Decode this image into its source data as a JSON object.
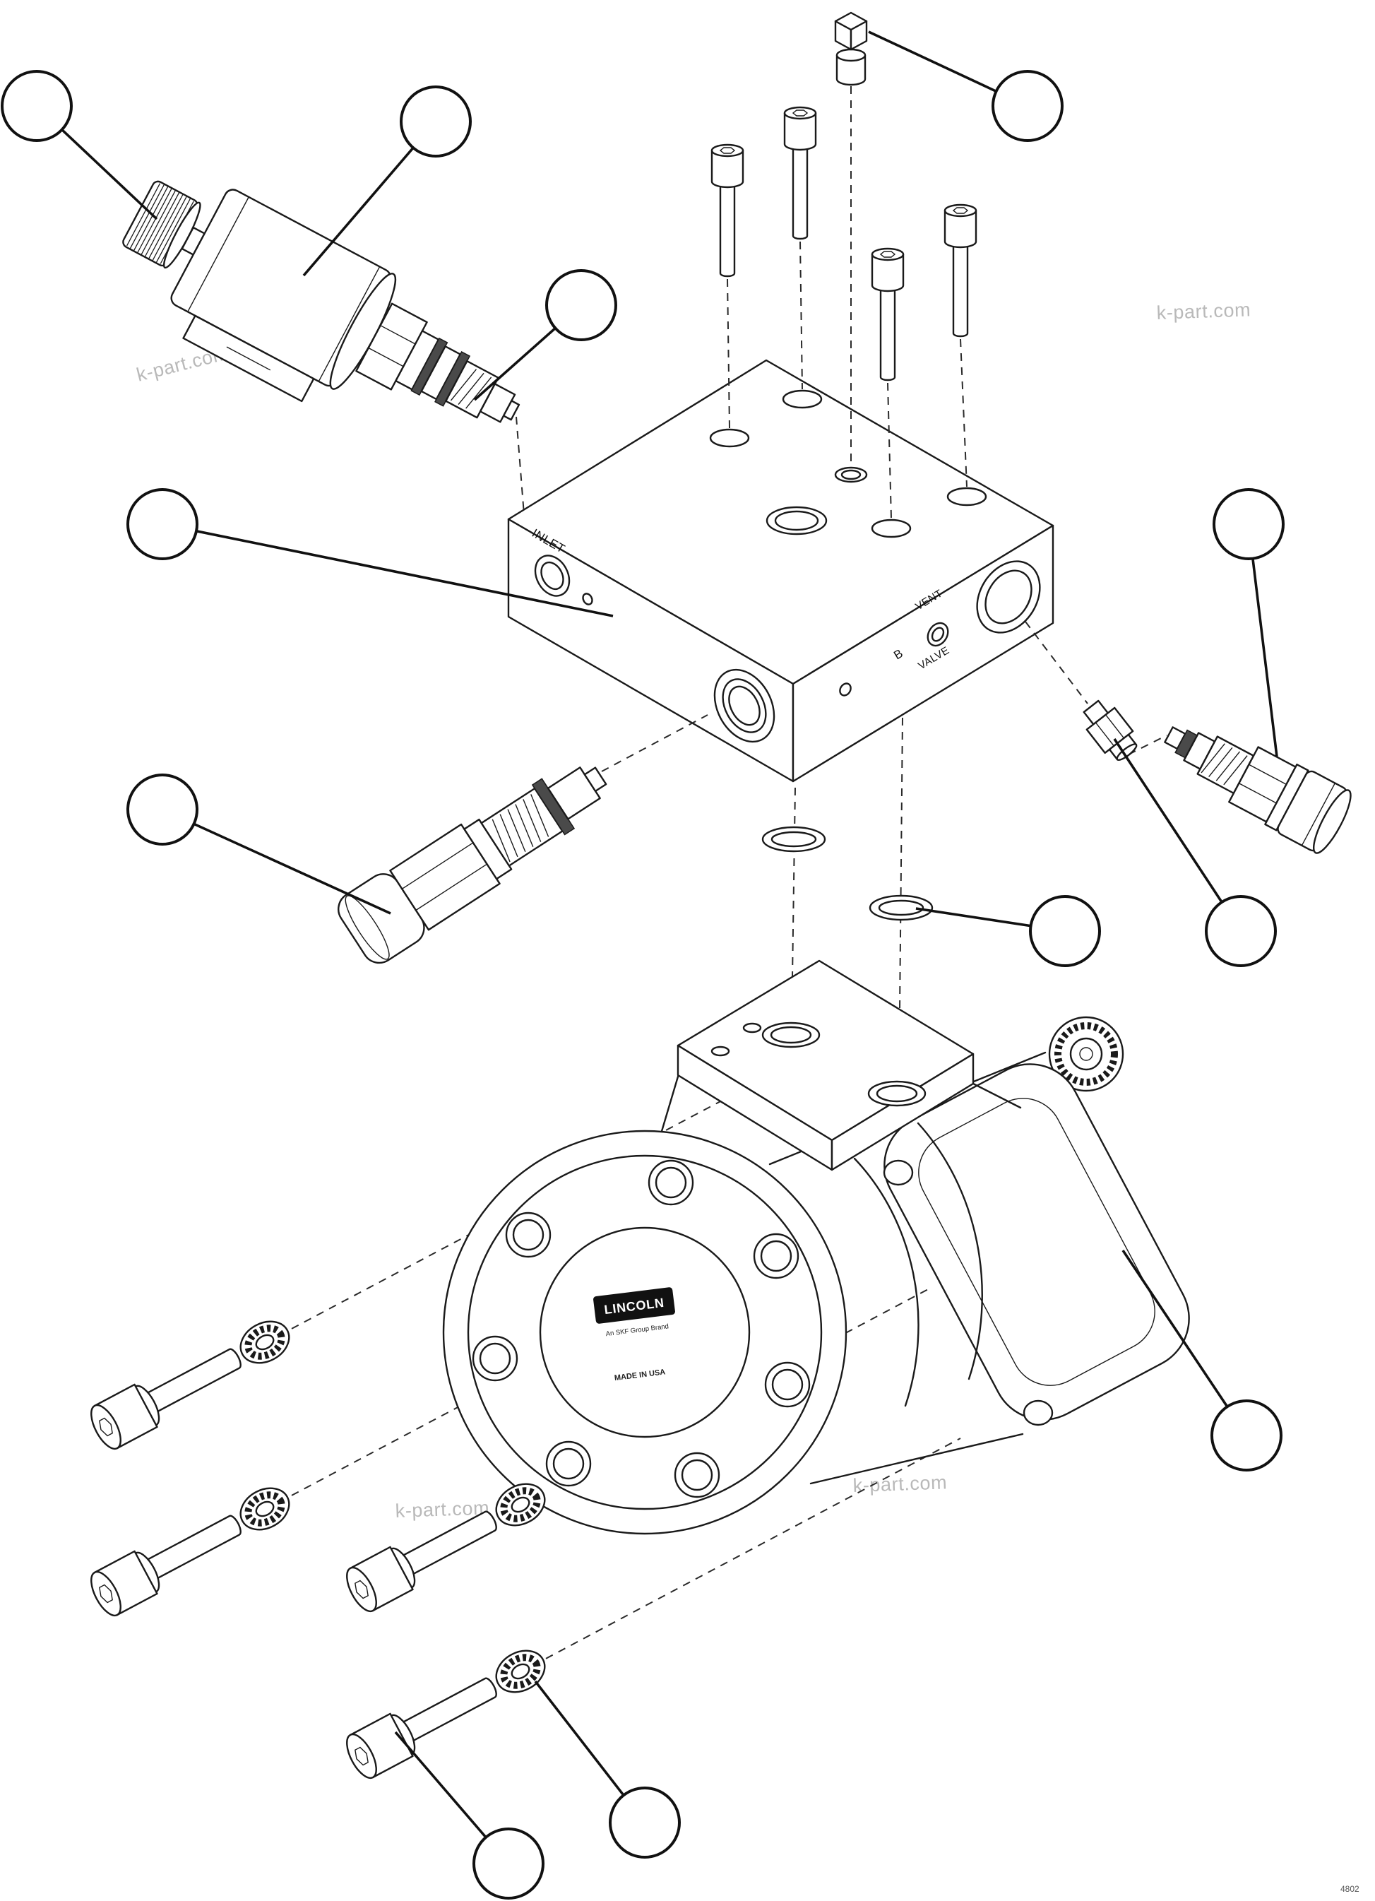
{
  "page": {
    "background_color": "#ffffff",
    "line_color": "#1a1a1a",
    "watermark_color": "#b9b9b9"
  },
  "manifold_block": {
    "inlet_label": "INLET",
    "vent_label": "VENT",
    "valve_label": "VALVE",
    "port_b_label": "B"
  },
  "motor_nameplate": {
    "brand": "LINCOLN",
    "brand_subtitle": "An SKF Group Brand",
    "origin": "MADE IN USA"
  },
  "watermark_text": "k-part.com",
  "doc_number": "4802"
}
